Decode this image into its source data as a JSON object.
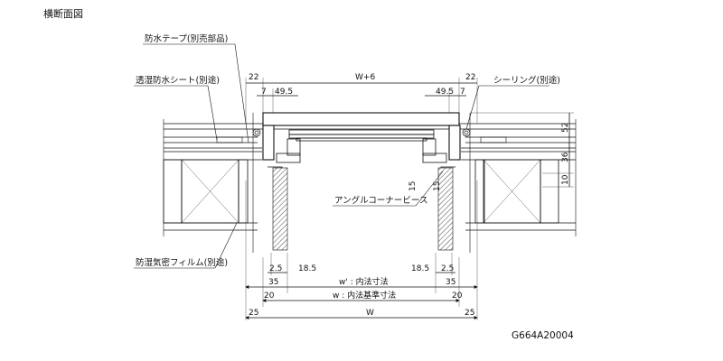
{
  "title": "横断面図",
  "drawing_code": "G664A20004",
  "labels": {
    "waterproof_tape": "防水テープ(別売部品)",
    "breathable_sheet": "透湿防水シート(別途)",
    "sealing": "シーリング(別途)",
    "angle_corner_bead": "アングルコーナービース",
    "vapor_film": "防湿気密フィルム(別途)"
  },
  "dimensions": {
    "top_left_22": "22",
    "top_right_22": "22",
    "top_w6": "W+6",
    "left_7": "7",
    "left_49_5": "49.5",
    "right_49_5": "49.5",
    "right_7": "7",
    "right_52": "52",
    "right_36": "36",
    "right_10": "10",
    "center_15_left": "15",
    "center_15_right": "15",
    "bottom_2_5_left": "2.5",
    "bottom_18_5_left": "18.5",
    "bottom_18_5_right": "18.5",
    "bottom_2_5_right": "2.5",
    "bottom_35_left": "35",
    "bottom_35_right": "35",
    "bottom_w_inner": "w' : 内法寸法",
    "bottom_20_left": "20",
    "bottom_20_right": "20",
    "bottom_w_base": "w : 内法基準寸法",
    "bottom_25_left": "25",
    "bottom_25_right": "25",
    "bottom_W": "W"
  }
}
